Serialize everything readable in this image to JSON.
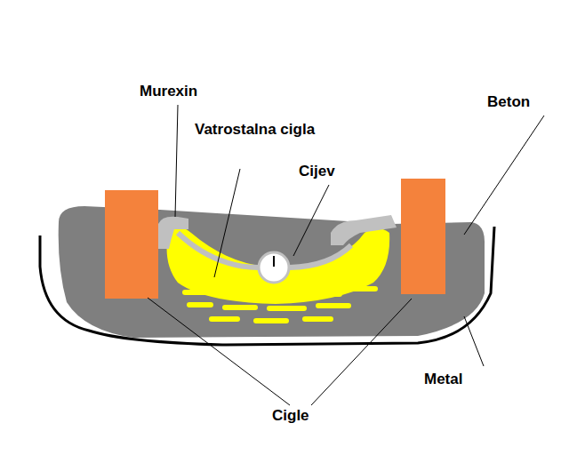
{
  "diagram": {
    "labels": [
      "Murexin",
      "Vatrostalna cigla",
      "Cijev",
      "Beton",
      "Metal",
      "Cigle"
    ]
  }
}
